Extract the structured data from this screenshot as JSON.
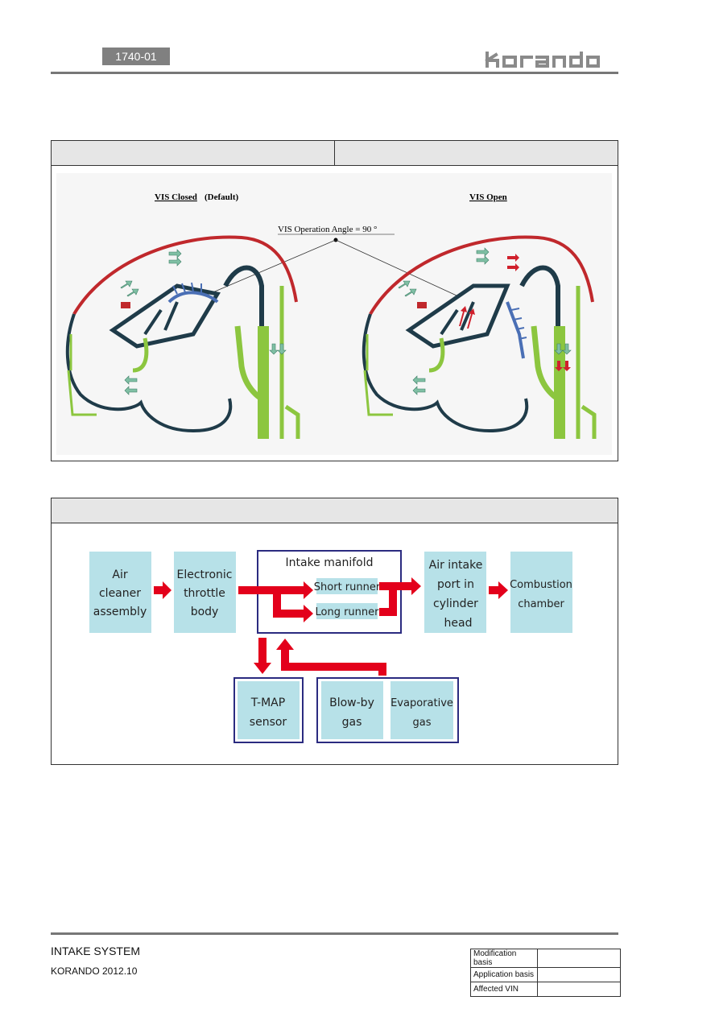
{
  "header": {
    "code": "1740-01",
    "brand": "korando"
  },
  "vis_diagram": {
    "closed_title_underlined": "VIS Closed",
    "closed_title_rest": " (Default)",
    "open_title": "VIS Open",
    "angle_label": "VIS Operation Angle = 90 °",
    "colors": {
      "wall": "#1f3b49",
      "upper_wall": "#c0282c",
      "insert": "#8cc63f",
      "valve": "#4a6fb5",
      "arrow_green": "#7fbfa4",
      "arrow_red": "#d0202c"
    }
  },
  "flow_diagram": {
    "nodes": {
      "air_cleaner": [
        "Air",
        "cleaner",
        "assembly"
      ],
      "throttle": [
        "Electronic",
        "throttle",
        "body"
      ],
      "manifold_title": "Intake manifold",
      "short_runner": "Short runner",
      "long_runner": "Long runner",
      "intake_port": [
        "Air intake",
        "port in",
        "cylinder",
        "head"
      ],
      "combustion": [
        "Combustion",
        "chamber"
      ],
      "tmap": [
        "T-MAP",
        "sensor"
      ],
      "blowby": [
        "Blow-by",
        "gas"
      ],
      "evaporative": [
        "Evaporative",
        "gas"
      ]
    },
    "colors": {
      "box_fill": "#b7e1e8",
      "frame": "#2b2b80",
      "arrow": "#e3001b"
    }
  },
  "footer": {
    "title": "INTAKE SYSTEM",
    "subtitle": "KORANDO 2012.10",
    "basis_rows": [
      {
        "label": "Modification basis",
        "value": ""
      },
      {
        "label": "Application basis",
        "value": ""
      },
      {
        "label": "Affected VIN",
        "value": ""
      }
    ]
  }
}
